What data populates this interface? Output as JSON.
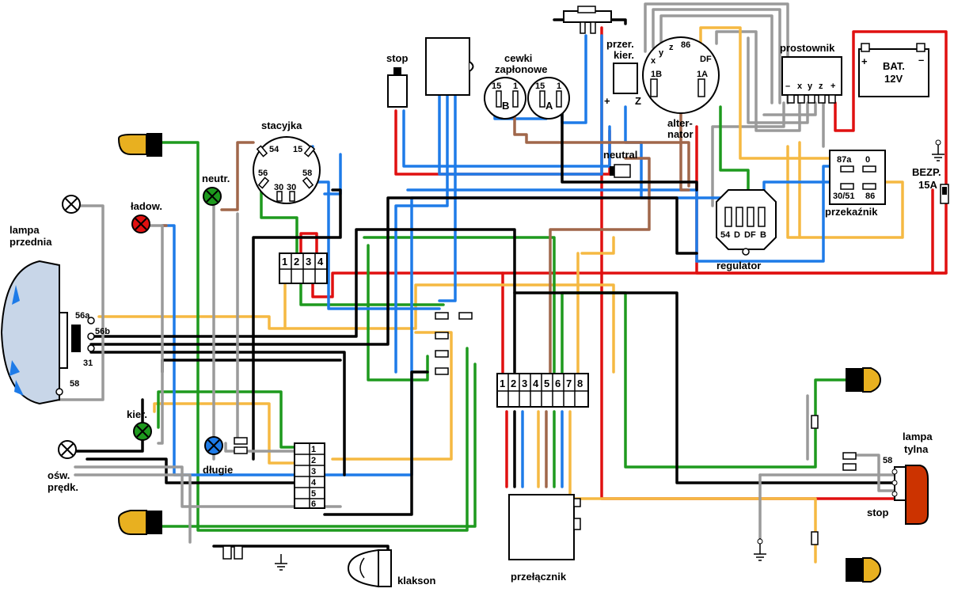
{
  "labels": {
    "lampa_przednia": [
      "lampa",
      "przednia"
    ],
    "stacyjka": "stacyjka",
    "neutr": "neutr.",
    "ladow": "ładow.",
    "kier": "kier.",
    "dlugie": "długie",
    "osw_predk": [
      "ośw.",
      "prędk."
    ],
    "stop_front": "stop",
    "cewki": [
      "cewki",
      "zapłonowe"
    ],
    "przer_kier": [
      "przer.",
      "kier."
    ],
    "neutral": "neutral",
    "alternator": [
      "alter-",
      "nator"
    ],
    "prostownik": "prostownik",
    "bat": [
      "BAT.",
      "12V"
    ],
    "bezp": [
      "BEZP.",
      "15A"
    ],
    "przekaznik": "przekaźnik",
    "regulator": "regulator",
    "lampa_tylna": [
      "lampa",
      "tylna"
    ],
    "stop_rear": "stop",
    "przelacznik": "przełącznik",
    "klakson": "klakson"
  },
  "terminals": {
    "headlamp": [
      "56a",
      "56b",
      "31",
      "58"
    ],
    "ignition": [
      "54",
      "15",
      "56",
      "58",
      "30",
      "30"
    ],
    "connector4": [
      "1",
      "2",
      "3",
      "4"
    ],
    "connector8": [
      "1",
      "2",
      "3",
      "4",
      "5",
      "6",
      "7",
      "8"
    ],
    "connector6": [
      "1",
      "2",
      "3",
      "4",
      "5",
      "6"
    ],
    "coil_b": [
      "15",
      "1",
      "B"
    ],
    "coil_a": [
      "15",
      "1",
      "A"
    ],
    "flasher": [
      "+",
      "Z"
    ],
    "alternator": [
      "x",
      "y",
      "z",
      "86",
      "DF",
      "1B",
      "1A"
    ],
    "rectifier": [
      "–",
      "x",
      "y",
      "z",
      "+"
    ],
    "battery": [
      "+",
      "–"
    ],
    "relay": [
      "87a",
      "0",
      "30/51",
      "86"
    ],
    "regulator": [
      "54",
      "D",
      "DF",
      "B"
    ],
    "rear_lamp": [
      "58"
    ]
  },
  "colors": {
    "black": "#000000",
    "red": "#e01010",
    "blue": "#1e7be8",
    "green": "#1e9a1e",
    "yellow": "#f5b942",
    "brown": "#a0674a",
    "gray": "#9a9a9a",
    "indicator_amber": "#e8b020",
    "rear_lamp": "#cc3300"
  }
}
